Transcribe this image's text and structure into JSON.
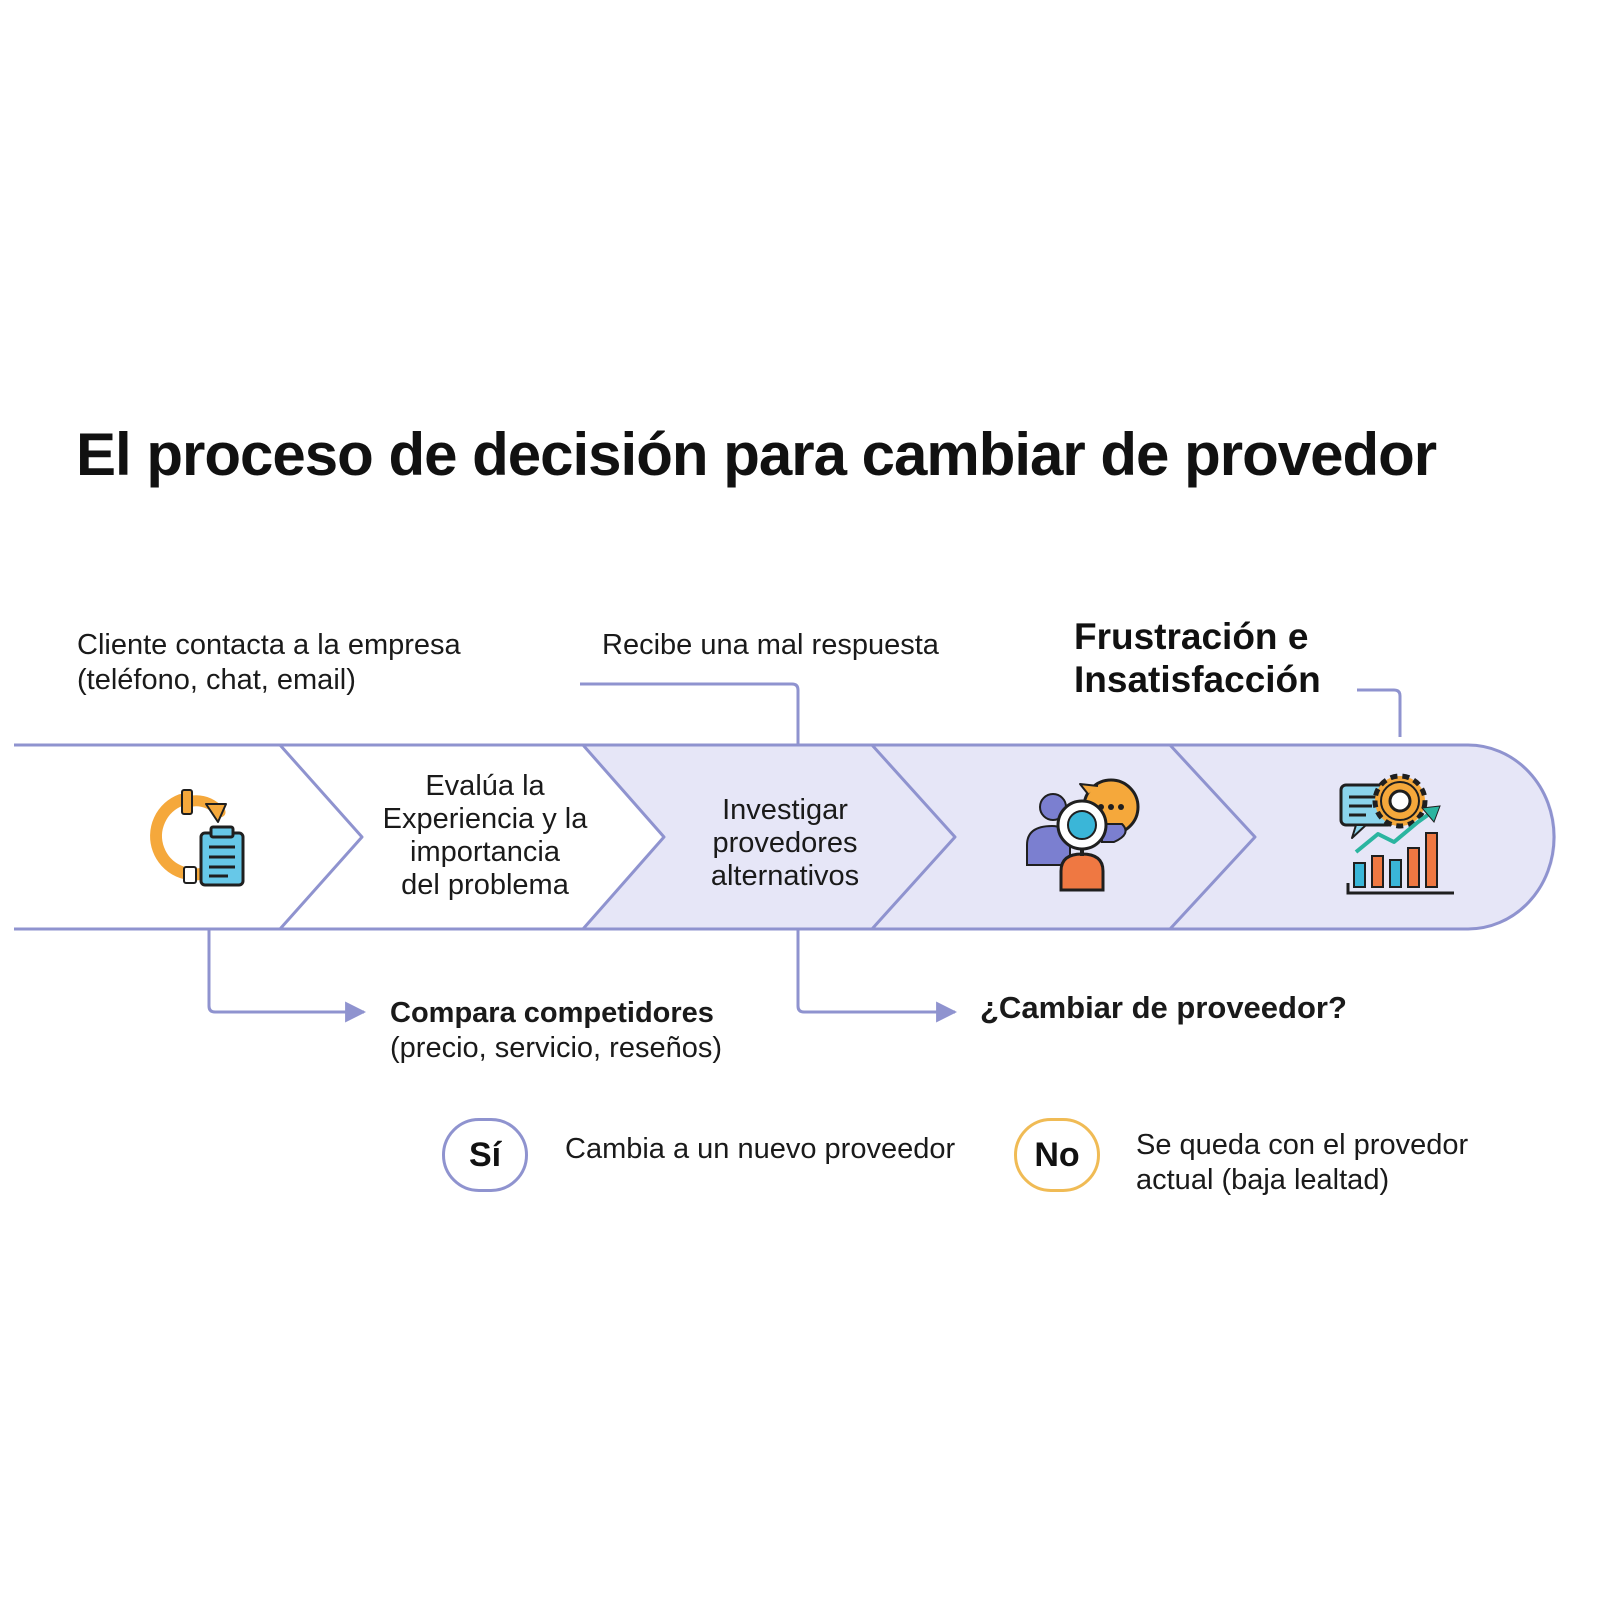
{
  "title": "El proceso de decisión para cambiar de provedor",
  "colors": {
    "accent": "#8f93cf",
    "band_fill": "#e6e6f7",
    "orange": "#f5a83b",
    "blue": "#3ab6d8",
    "red_orange": "#ef7842",
    "purple": "#7b7fd0"
  },
  "labels": {
    "contact": {
      "line1": "Cliente contacta a la empresa",
      "line2": "(teléfono, chat, email)"
    },
    "bad_response": "Recibe una mal respuesta",
    "frustration": {
      "line1": "Frustración e",
      "line2": "Insatisfacción"
    },
    "compare": {
      "line1": "Compara competidores",
      "line2": "(precio, servicio, reseños)"
    },
    "question": "¿Cambiar de proveedor?"
  },
  "steps": [
    {
      "icon": "refresh-clipboard-icon"
    },
    {
      "lines": [
        "Evalúa la",
        "Experiencia y la",
        "importancia",
        "del problema"
      ]
    },
    {
      "lines": [
        "Investigar",
        "provedores",
        "alternativos"
      ]
    },
    {
      "icon": "people-search-icon"
    },
    {
      "icon": "analytics-gear-chart-icon"
    }
  ],
  "outcomes": {
    "yes": {
      "badge": "Sí",
      "text": "Cambia a un nuevo proveedor"
    },
    "no": {
      "badge": "No",
      "line1": "Se queda con el provedor",
      "line2": "actual (baja lealtad)"
    }
  }
}
